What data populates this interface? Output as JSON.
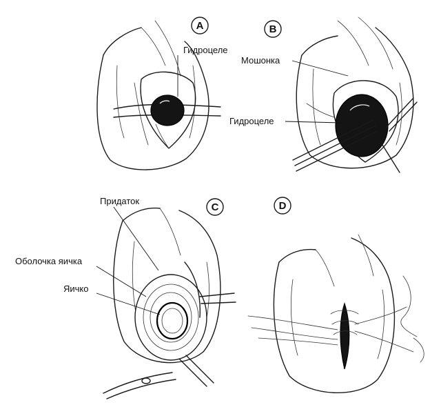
{
  "panels": [
    {
      "letter": "A",
      "labels": [
        "Гидроцеле"
      ]
    },
    {
      "letter": "B",
      "labels": [
        "Мошонка",
        "Гидроцеле"
      ]
    },
    {
      "letter": "C",
      "labels": [
        "Придаток",
        "Оболочка яичка",
        "Яичко"
      ]
    },
    {
      "letter": "D",
      "labels": []
    }
  ],
  "colors": {
    "ink": "#141414",
    "background": "#ffffff"
  }
}
